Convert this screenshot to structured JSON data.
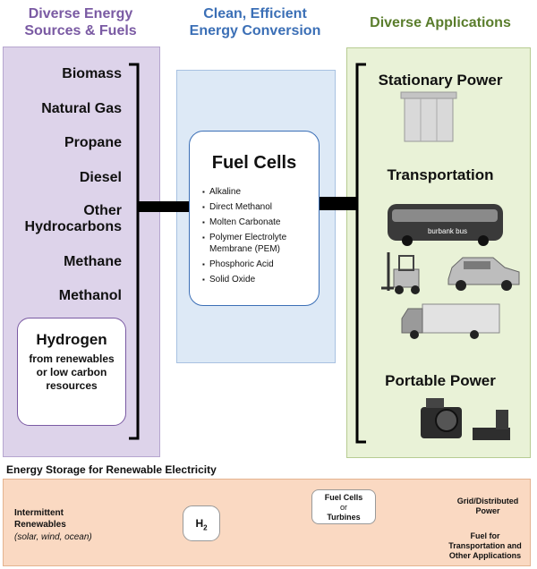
{
  "headers": {
    "sources": [
      "Diverse Energy",
      "Sources & Fuels"
    ],
    "conversion": [
      "Clean, Efficient",
      "Energy Conversion"
    ],
    "applications": "Diverse Applications"
  },
  "sources": [
    "Biomass",
    "Natural Gas",
    "Propane",
    "Diesel",
    "Other",
    "Hydrocarbons",
    "Methane",
    "Methanol"
  ],
  "hydrogen": {
    "title": "Hydrogen",
    "sub": [
      "from renewables",
      "or low carbon",
      "resources"
    ]
  },
  "fuel_cells": {
    "title": "Fuel Cells",
    "types": [
      "Alkaline",
      "Direct Methanol",
      "Molten Carbonate",
      "Polymer Electrolyte Membrane (PEM)",
      "Phosphoric Acid",
      "Solid Oxide"
    ]
  },
  "applications": {
    "stationary": "Stationary Power",
    "transportation": "Transportation",
    "portable": "Portable Power",
    "bus_text": "burbank bus"
  },
  "storage": {
    "title": "Energy Storage for Renewable Electricity",
    "intermittent": [
      "Intermittent",
      "Renewables"
    ],
    "examples": "(solar, wind, ocean)",
    "h2_label": "H",
    "h2_sub": "2",
    "fc_box": [
      "Fuel Cells",
      "or",
      "Turbines"
    ],
    "dest_grid": [
      "Grid/Distributed",
      "Power"
    ],
    "dest_fuel": [
      "Fuel for",
      "Transportation and",
      "Other Applications"
    ]
  },
  "colors": {
    "sources_accent": "#7a5aa3",
    "conversion_accent": "#3b6fb6",
    "applications_accent": "#5a7d2c",
    "storage_bg": "#fad9c2"
  }
}
